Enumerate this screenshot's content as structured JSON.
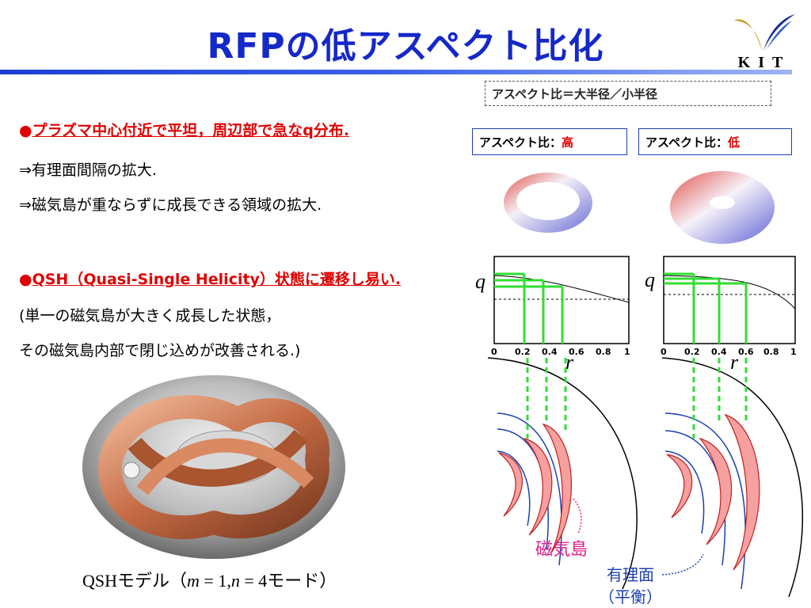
{
  "title": "RFPの低アスペクト比化",
  "logo": {
    "text": "KIT"
  },
  "aspect_definition": "アスペクト比＝大半径／小半径",
  "aspect_high": {
    "prefix": "アスペクト比：",
    "value": "高"
  },
  "aspect_low": {
    "prefix": "アスペクト比：",
    "value": "低"
  },
  "bullet1": {
    "marker": "●",
    "heading": "プラズマ中心付近で平坦，周辺部で急なq分布.",
    "lines": [
      "⇒有理面間隔の拡大.",
      "⇒磁気島が重ならずに成長できる領域の拡大."
    ]
  },
  "bullet2": {
    "marker": "●",
    "heading": "QSH（Quasi-Single Helicity）状態に遷移し易い.",
    "lines": [
      "(単一の磁気島が大きく成長した状態，",
      "その磁気島内部で閉じ込めが改善される.)"
    ]
  },
  "caption": {
    "prefix": "QSHモデル（",
    "m": "m",
    "eq1": " = 1,",
    "n": "n",
    "eq2": " = 4",
    "suffix": "モード）"
  },
  "plot": {
    "q_label": "q",
    "r_label": "r",
    "x_ticks": [
      "0",
      "0.2",
      "0.4",
      "0.6",
      "0.8",
      "1"
    ]
  },
  "label_island": "磁気島",
  "label_rational": {
    "line1": "有理面",
    "line2": "（平衡）"
  },
  "colors": {
    "title": "#1528c8",
    "accent_red": "#e00000",
    "island": "#e0208a",
    "rational": "#1c3fb0",
    "green": "#33dd33"
  }
}
